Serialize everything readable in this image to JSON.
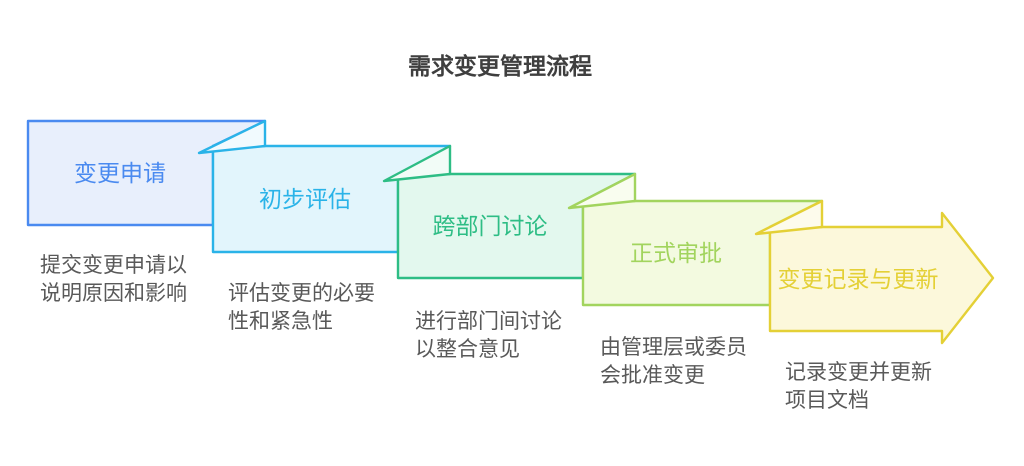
{
  "title": "需求变更管理流程",
  "text_colors": {
    "title": "#3f3f3f",
    "description": "#595959"
  },
  "steps": [
    {
      "label": "变更申请",
      "desc_line1": "提交变更申请以",
      "desc_line2": "说明原因和影响",
      "border": "#4a8af0",
      "fill": "#e8effc",
      "flap_fill": "#f3f7fe"
    },
    {
      "label": "初步评估",
      "desc_line1": "评估变更的必要",
      "desc_line2": "性和紧急性",
      "border": "#2ab3e8",
      "fill": "#e2f5fc",
      "flap_fill": "#f1fafe"
    },
    {
      "label": "跨部门讨论",
      "desc_line1": "进行部门间讨论",
      "desc_line2": "以整合意见",
      "border": "#2ebd85",
      "fill": "#e3f8ee",
      "flap_fill": "#f2fcf7"
    },
    {
      "label": "正式审批",
      "desc_line1": "由管理层或委员",
      "desc_line2": "会批准变更",
      "border": "#a2d45e",
      "fill": "#f3fae0",
      "flap_fill": "#f9fdef"
    },
    {
      "label": "变更记录与更新",
      "desc_line1": "记录变更并更新",
      "desc_line2": "项目文档",
      "border": "#e4d036",
      "fill": "#fcf8db",
      "flap_fill": "#fdfbec"
    }
  ]
}
